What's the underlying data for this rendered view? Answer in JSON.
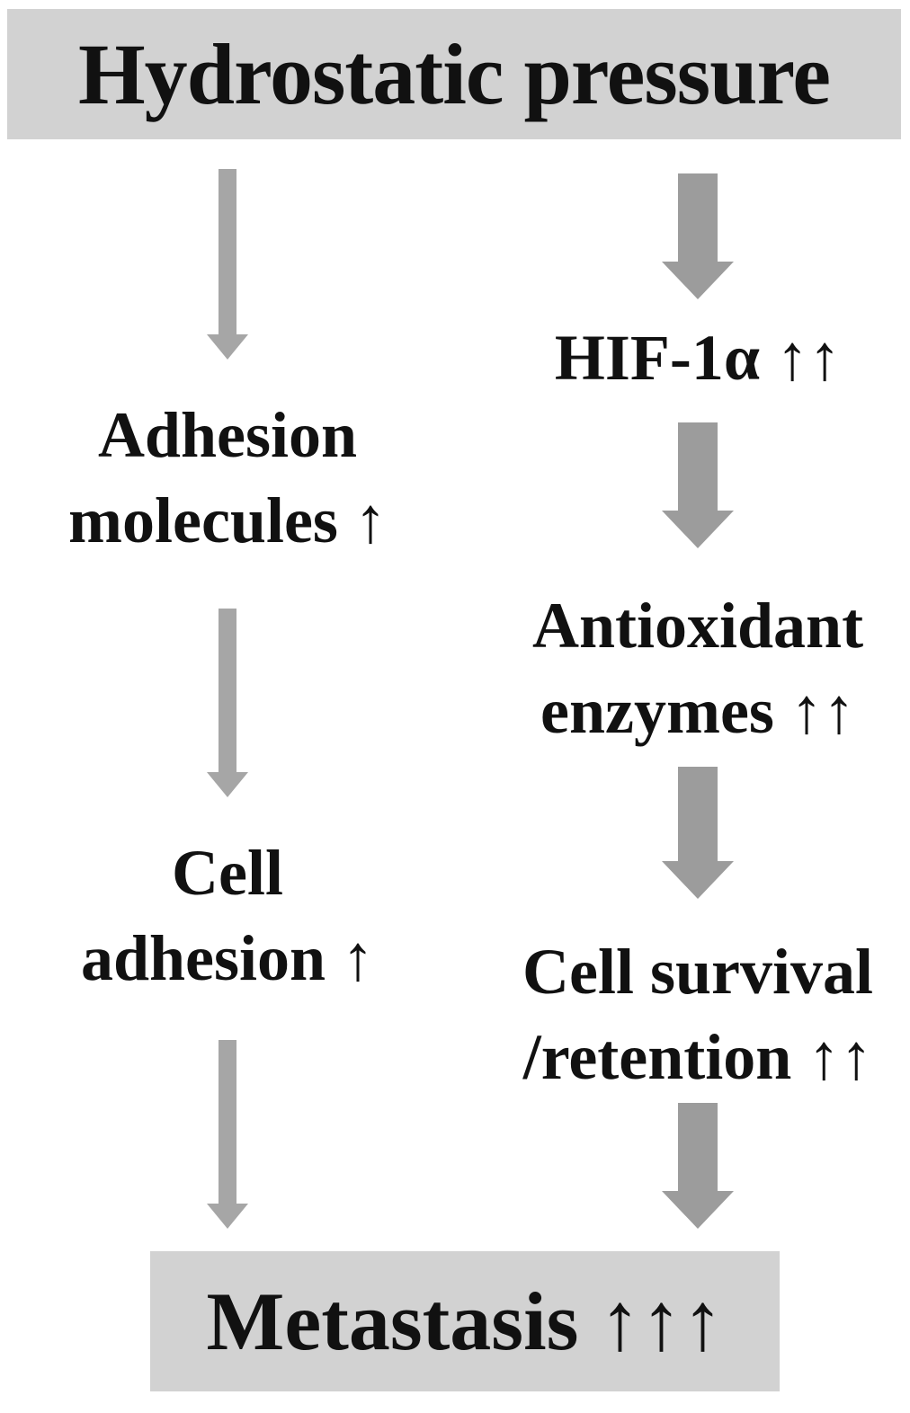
{
  "diagram": {
    "top_box": {
      "label": "Hydrostatic pressure"
    },
    "left_pathway": {
      "node1": "Adhesion\nmolecules ↑",
      "node2": "Cell\nadhesion ↑"
    },
    "right_pathway": {
      "node1": "HIF-1α ↑↑",
      "node2": "Antioxidant\nenzymes ↑↑",
      "node3": "Cell survival\n/retention ↑↑"
    },
    "bottom_box": {
      "label": "Metastasis ↑↑↑"
    },
    "colors": {
      "box_fill": "#d2d2d2",
      "thin_arrow": "#a6a6a6",
      "thick_arrow": "#9c9c9c",
      "text": "#111111"
    }
  }
}
